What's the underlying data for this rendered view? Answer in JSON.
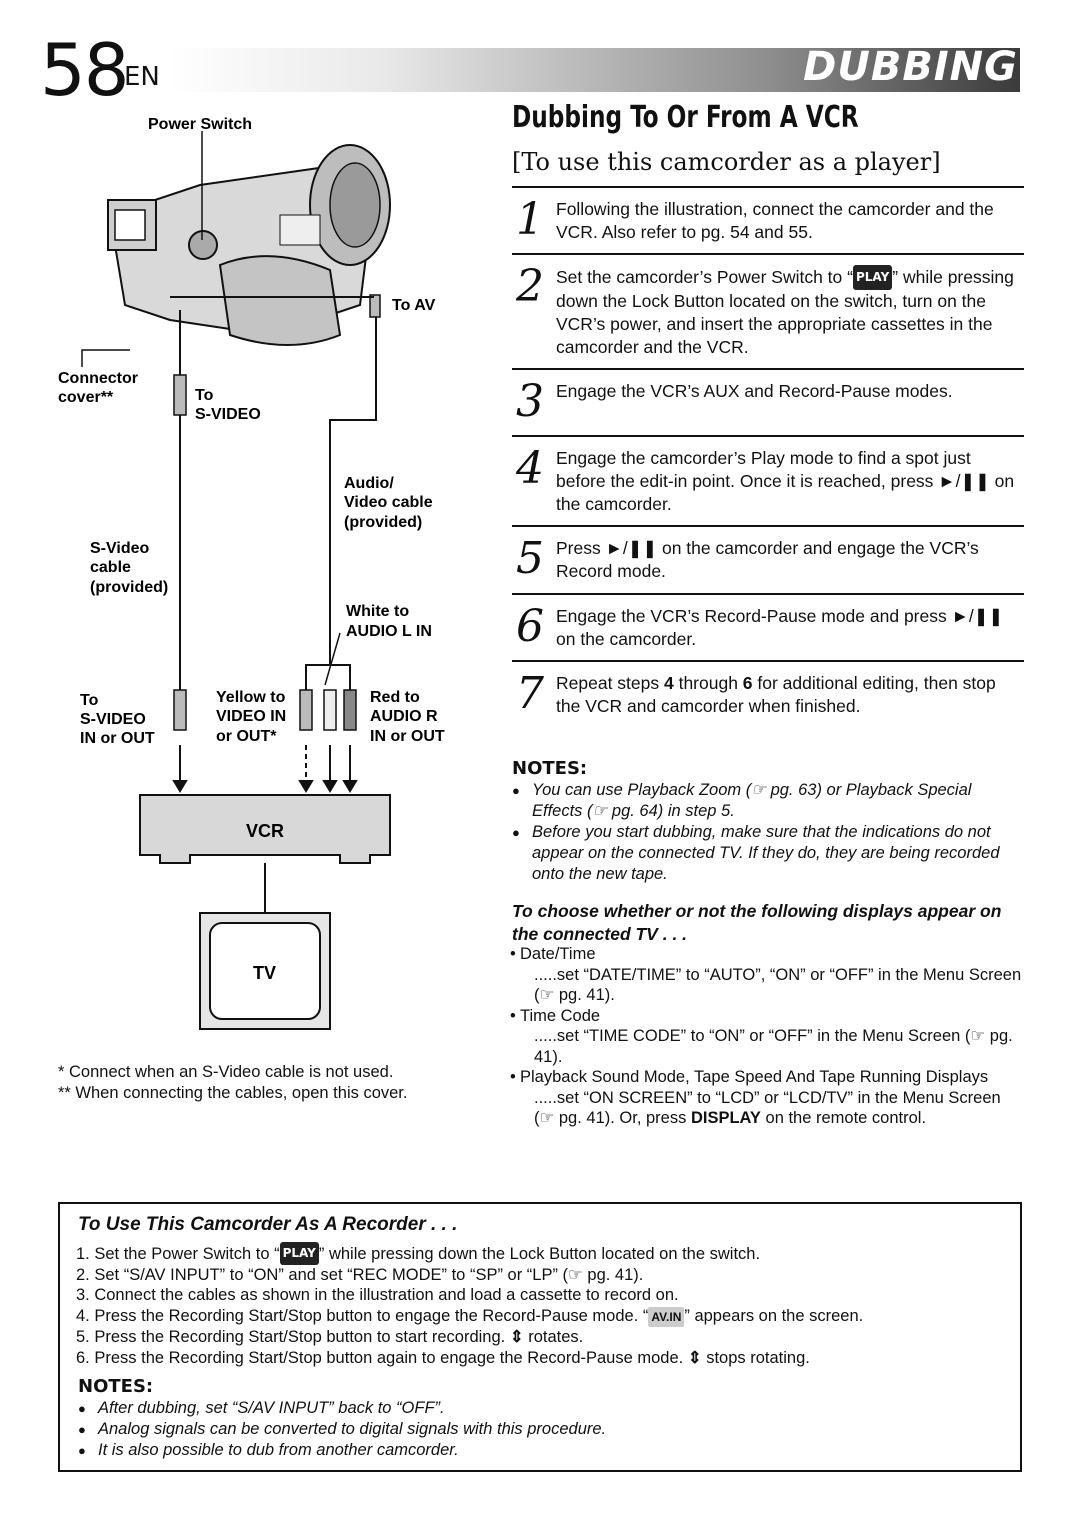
{
  "header": {
    "page_number": "58",
    "page_suffix": "EN",
    "section": "DUBBING"
  },
  "title": "Dubbing To Or From A VCR",
  "subtitle": "[To use this camcorder as a player]",
  "steps": [
    {
      "num": "1",
      "text": "Following the illustration, connect the camcorder and the VCR. Also refer to pg. 54 and 55."
    },
    {
      "num": "2",
      "text_a": "Set the camcorder’s Power Switch to “",
      "badge": "PLAY",
      "text_b": "” while pressing down the Lock Button located on the switch, turn on the VCR’s power, and insert the appropriate cassettes in the camcorder and the VCR."
    },
    {
      "num": "3",
      "text": "Engage the VCR’s AUX and Record-Pause modes."
    },
    {
      "num": "4",
      "text": "Engage the camcorder’s Play mode to find a spot just before the edit-in point. Once it is reached, press ►/❚❚ on the camcorder."
    },
    {
      "num": "5",
      "text": "Press ►/❚❚ on the camcorder and engage the VCR’s Record mode."
    },
    {
      "num": "6",
      "text": "Engage the VCR’s Record-Pause mode and press ►/❚❚ on the camcorder."
    },
    {
      "num": "7",
      "text_a": "Repeat steps ",
      "bold_a": "4",
      "text_b": " through ",
      "bold_b": "6",
      "text_c": " for additional editing, then stop the VCR and camcorder when finished."
    }
  ],
  "notes": {
    "heading": "NOTES:",
    "items": [
      "You can use Playback Zoom (☞ pg. 63) or Playback Special Effects (☞ pg. 64) in step 5.",
      "Before you start dubbing, make sure that the indications do not appear on the connected TV. If they do, they are being recorded onto the new tape."
    ]
  },
  "displays": {
    "heading": "To choose whether or not the following displays appear on the connected TV . . .",
    "items": [
      {
        "name": "Date/Time",
        "desc": ".....set “DATE/TIME” to “AUTO”, “ON” or “OFF” in the Menu Screen (☞ pg. 41)."
      },
      {
        "name": "Time Code",
        "desc": ".....set “TIME CODE” to “ON” or “OFF” in the Menu Screen (☞ pg. 41)."
      },
      {
        "name": "Playback Sound Mode, Tape Speed And Tape Running Displays",
        "desc_a": ".....set “ON SCREEN” to “LCD” or “LCD/TV” in the Menu Screen (☞ pg. 41). Or, press ",
        "desc_bold": "DISPLAY",
        "desc_b": " on the remote control."
      }
    ]
  },
  "diagram": {
    "power_switch": "Power Switch",
    "to_av": "To AV",
    "connector_cover": "Connector",
    "connector_cover_2": "cover**",
    "to_svideo_1": "To",
    "to_svideo_2": "S-VIDEO",
    "audio_video_cable": [
      "Audio/",
      "Video cable",
      "(provided)"
    ],
    "svideo_cable": [
      "S-Video",
      "cable",
      "(provided)"
    ],
    "white_to": "White to",
    "audio_l_in": "AUDIO L IN",
    "to_svideo_in": [
      "To",
      "S-VIDEO",
      "IN or OUT"
    ],
    "yellow_to": [
      "Yellow to",
      "VIDEO IN",
      "or OUT*"
    ],
    "red_to": [
      "Red to",
      "AUDIO R",
      "IN or OUT"
    ],
    "vcr": "VCR",
    "tv": "TV"
  },
  "footnotes": [
    "*   Connect when an S-Video cable is not used.",
    "** When connecting the cables, open this cover."
  ],
  "recorder": {
    "title": "To Use This Camcorder As A Recorder . . .",
    "steps": [
      {
        "a": "1. Set the Power Switch to “",
        "badge": "PLAY",
        "b": "” while pressing down the Lock Button located on the switch."
      },
      {
        "a": "2. Set “S/AV INPUT” to “ON” and set “REC MODE” to “SP” or “LP” (☞ pg. 41)."
      },
      {
        "a": "3. Connect the cables as shown in the illustration and load a cassette to record on."
      },
      {
        "a": "4. Press the Recording Start/Stop button to engage the Record-Pause mode. “",
        "badge": "AV.IN",
        "b": "” appears on the screen."
      },
      {
        "a": "5. Press the Recording Start/Stop button to start recording. ",
        "icon": "⇕",
        "b": " rotates."
      },
      {
        "a": "6. Press the Recording Start/Stop button again to engage the Record-Pause mode. ",
        "icon": "⇕",
        "b": " stops rotating."
      }
    ],
    "notes_heading": "NOTES:",
    "notes": [
      "After dubbing, set “S/AV INPUT” back to “OFF”.",
      "Analog signals can be converted to digital signals with this procedure.",
      "It is also possible to dub from another camcorder."
    ]
  }
}
